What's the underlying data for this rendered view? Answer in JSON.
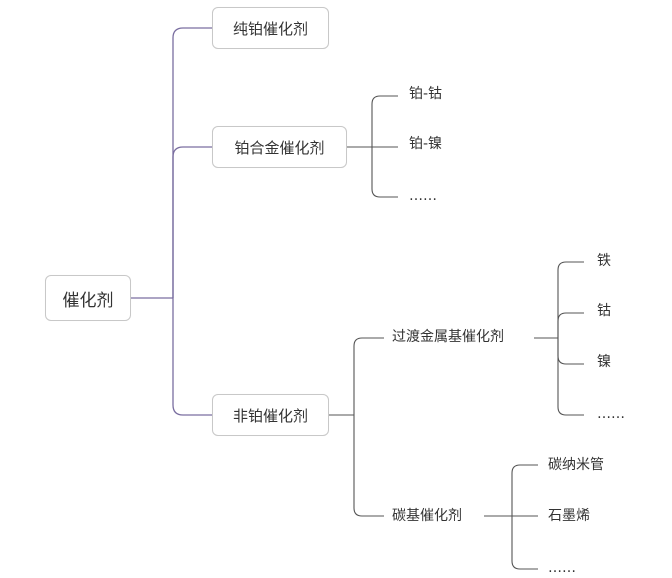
{
  "root": "催化剂",
  "branches": {
    "pure_pt": "纯铂催化剂",
    "pt_alloy": "铂合金催化剂",
    "non_pt": "非铂催化剂"
  },
  "pt_alloy_children": [
    "铂-钴",
    "铂-镍",
    "……"
  ],
  "non_pt_children": {
    "transition_metal": "过渡金属基催化剂",
    "carbon": "碳基催化剂"
  },
  "transition_metal_children": [
    "铁",
    "钴",
    "镍",
    "……"
  ],
  "carbon_children": [
    "碳纳米管",
    "石墨烯",
    "……"
  ],
  "colors": {
    "connector": "#7a6ea0",
    "leaf_connector": "#555555",
    "node_border": "#c8c8c8"
  }
}
